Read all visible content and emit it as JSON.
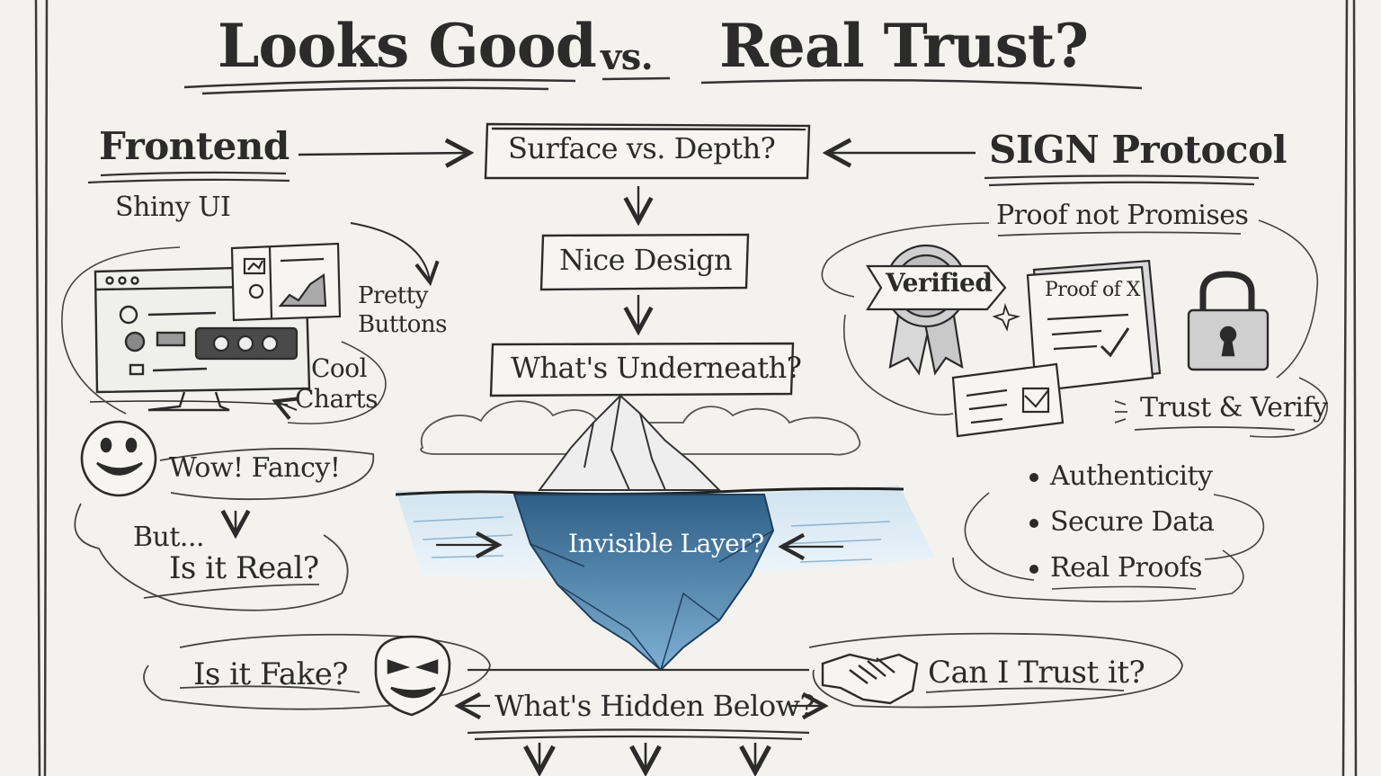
{
  "title": {
    "left": "Looks Good",
    "vs": "vs.",
    "right": "Real Trust?"
  },
  "left_panel": {
    "heading": "Frontend",
    "subheading": "Shiny UI",
    "labels": {
      "pretty": [
        "Pretty",
        "Buttons"
      ],
      "cool": [
        "Cool",
        "Charts"
      ]
    },
    "wow": "Wow! Fancy!",
    "but": "But...",
    "is_it_real": "Is it Real?"
  },
  "center": {
    "surface": "Surface vs. Depth?",
    "nice": "Nice Design",
    "underneath": "What's Underneath?",
    "invisible": "Invisible Layer?",
    "hidden": "What's Hidden Below?"
  },
  "right_panel": {
    "heading": "SIGN Protocol",
    "subheading": "Proof not Promises",
    "verified": "Verified",
    "proof_of_x": "Proof of X",
    "trust_verify": "Trust & Verify",
    "bullets": [
      "Authenticity",
      "Secure Data",
      "Real Proofs"
    ]
  },
  "bottom": {
    "fake": "Is it Fake?",
    "trust": "Can I Trust it?"
  },
  "colors": {
    "ink": "#2b2b2b",
    "paper": "#f3f2ee",
    "water": "#9fc6e0",
    "iceberg_deep": "#2f5f86"
  },
  "icons": [
    "smiley-face-icon",
    "mask-face-icon",
    "handshake-icon",
    "padlock-icon",
    "ribbon-badge-icon",
    "certificate-icon",
    "monitor-icon"
  ]
}
